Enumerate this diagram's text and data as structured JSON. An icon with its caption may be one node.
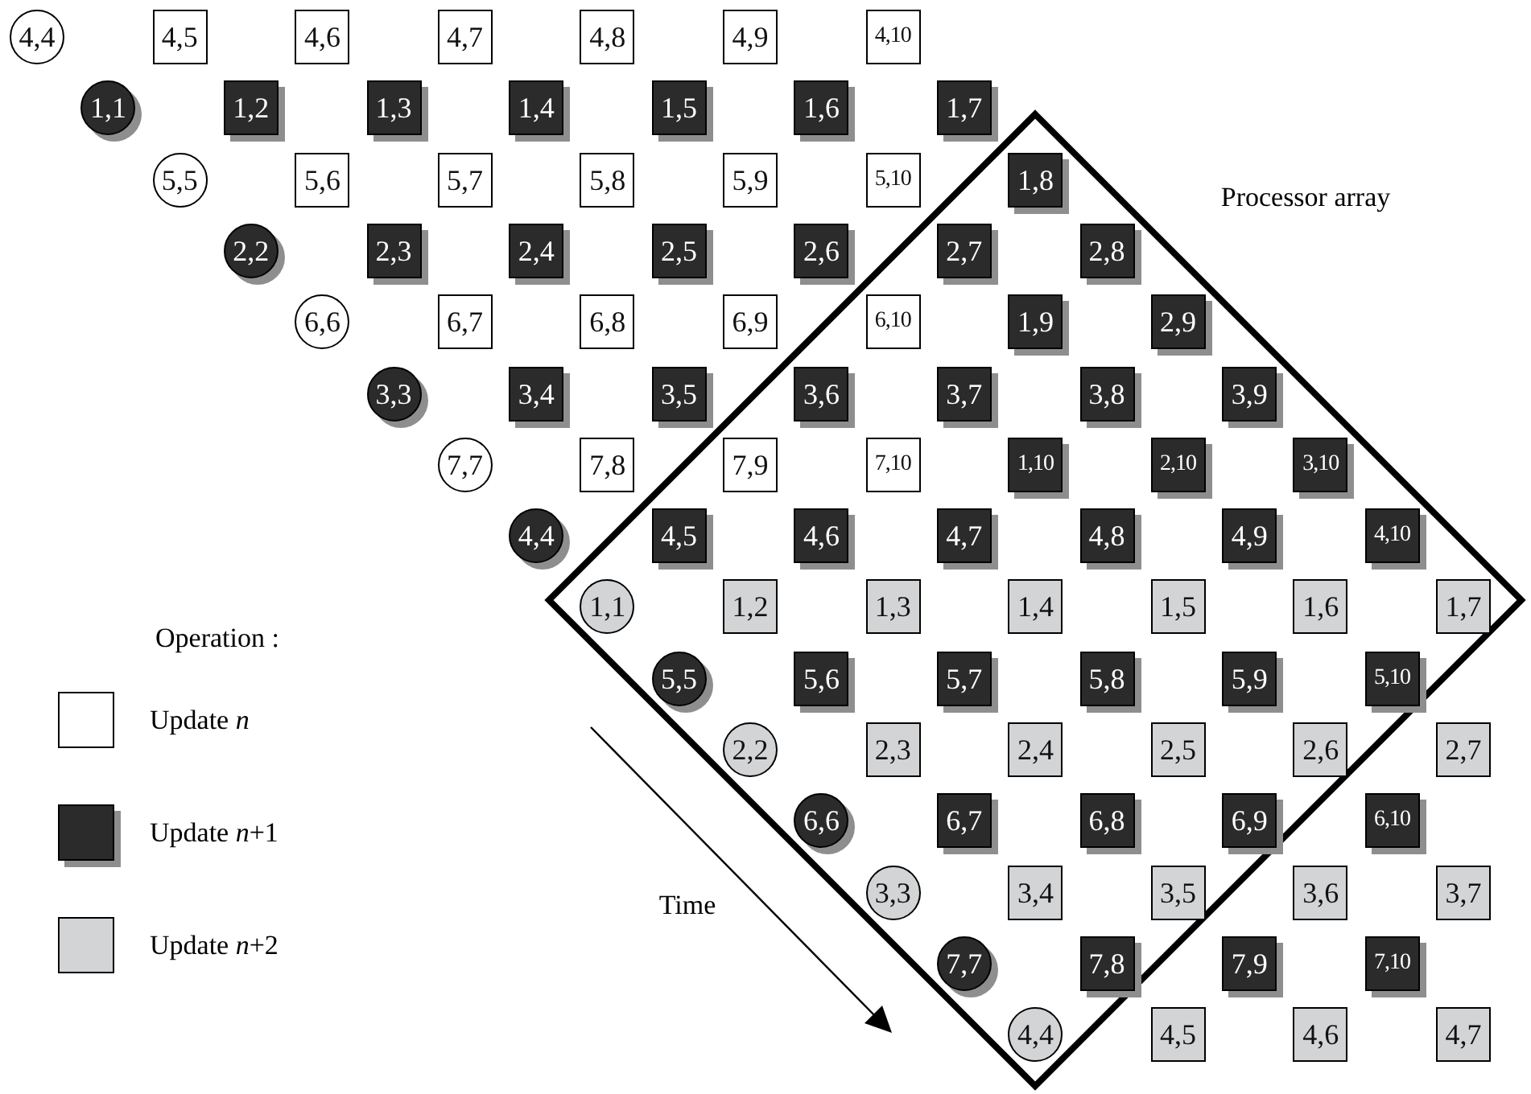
{
  "diagram": {
    "nodes": [
      {
        "text": [
          "Processor array"
        ]
      },
      {
        "text": [
          "4,4"
        ]
      },
      {
        "text": [
          "4,5"
        ]
      },
      {
        "text": [
          "4,6"
        ]
      },
      {
        "text": [
          "4,7"
        ]
      },
      {
        "text": [
          "4,8"
        ]
      },
      {
        "text": [
          "4,9"
        ]
      },
      {
        "text": [
          "4,10"
        ]
      },
      {
        "text": [
          "1,1"
        ]
      },
      {
        "text": [
          "1,2"
        ]
      },
      {
        "text": [
          "1,3"
        ]
      },
      {
        "text": [
          "1,4"
        ]
      },
      {
        "text": [
          "1,5"
        ]
      },
      {
        "text": [
          "1,6"
        ]
      },
      {
        "text": [
          "1,7"
        ]
      },
      {
        "text": [
          "5,5"
        ]
      },
      {
        "text": [
          "5,6"
        ]
      },
      {
        "text": [
          "5,7"
        ]
      },
      {
        "text": [
          "5,8"
        ]
      },
      {
        "text": [
          "5,9"
        ]
      },
      {
        "text": [
          "5,10"
        ]
      },
      {
        "text": [
          "1,8"
        ],
        "in": 0
      },
      {
        "text": [
          "2,2"
        ]
      },
      {
        "text": [
          "2,3"
        ]
      },
      {
        "text": [
          "2,4"
        ]
      },
      {
        "text": [
          "2,5"
        ]
      },
      {
        "text": [
          "2,6"
        ]
      },
      {
        "text": [
          "2,7"
        ],
        "in": 0
      },
      {
        "text": [
          "2,8"
        ],
        "in": 0
      },
      {
        "text": [
          "6,6"
        ]
      },
      {
        "text": [
          "6,7"
        ]
      },
      {
        "text": [
          "6,8"
        ]
      },
      {
        "text": [
          "6,9"
        ]
      },
      {
        "text": [
          "6,10"
        ],
        "in": 0
      },
      {
        "text": [
          "1,9"
        ],
        "in": 0
      },
      {
        "text": [
          "2,9"
        ],
        "in": 0
      },
      {
        "text": [
          "3,3"
        ]
      },
      {
        "text": [
          "3,4"
        ]
      },
      {
        "text": [
          "3,5"
        ]
      },
      {
        "text": [
          "3,6"
        ],
        "in": 0
      },
      {
        "text": [
          "3,7"
        ],
        "in": 0
      },
      {
        "text": [
          "3,8"
        ],
        "in": 0
      },
      {
        "text": [
          "3,9"
        ],
        "in": 0
      },
      {
        "text": [
          "7,7"
        ]
      },
      {
        "text": [
          "7,8"
        ]
      },
      {
        "text": [
          "7,9"
        ],
        "in": 0
      },
      {
        "text": [
          "7,10"
        ],
        "in": 0
      },
      {
        "text": [
          "1,10"
        ],
        "in": 0
      },
      {
        "text": [
          "2,10"
        ],
        "in": 0
      },
      {
        "text": [
          "3,10"
        ],
        "in": 0
      },
      {
        "text": [
          "4,4"
        ]
      },
      {
        "text": [
          "4,5"
        ],
        "in": 0
      },
      {
        "text": [
          "4,6"
        ],
        "in": 0
      },
      {
        "text": [
          "4,7"
        ],
        "in": 0
      },
      {
        "text": [
          "4,8"
        ],
        "in": 0
      },
      {
        "text": [
          "4,9"
        ],
        "in": 0
      },
      {
        "text": [
          "4,10"
        ],
        "in": 0
      },
      {
        "text": [
          "1,1"
        ],
        "in": 0
      },
      {
        "text": [
          "1,2"
        ],
        "in": 0
      },
      {
        "text": [
          "1,3"
        ],
        "in": 0
      },
      {
        "text": [
          "1,4"
        ],
        "in": 0
      },
      {
        "text": [
          "1,5"
        ],
        "in": 0
      },
      {
        "text": [
          "1,6"
        ],
        "in": 0
      },
      {
        "text": [
          "1,7"
        ],
        "in": 0
      },
      {
        "text": [
          "5,5"
        ],
        "in": 0
      },
      {
        "text": [
          "5,6"
        ],
        "in": 0
      },
      {
        "text": [
          "5,7"
        ],
        "in": 0
      },
      {
        "text": [
          "5,8"
        ],
        "in": 0
      },
      {
        "text": [
          "5,9"
        ],
        "in": 0
      },
      {
        "text": [
          "5,10"
        ],
        "in": 0
      },
      {
        "text": [
          "2,2"
        ],
        "in": 0
      },
      {
        "text": [
          "2,3"
        ],
        "in": 0
      },
      {
        "text": [
          "2,4"
        ],
        "in": 0
      },
      {
        "text": [
          "2,5"
        ],
        "in": 0
      },
      {
        "text": [
          "2,6"
        ],
        "in": 0
      },
      {
        "text": [
          "2,7"
        ]
      },
      {
        "text": [
          "6,6"
        ],
        "in": 0
      },
      {
        "text": [
          "6,7"
        ],
        "in": 0
      },
      {
        "text": [
          "6,8"
        ],
        "in": 0
      },
      {
        "text": [
          "6,9"
        ],
        "in": 0
      },
      {
        "text": [
          "6,10"
        ]
      },
      {
        "text": [
          "3,3"
        ],
        "in": 0
      },
      {
        "text": [
          "3,4"
        ],
        "in": 0
      },
      {
        "text": [
          "3,5"
        ],
        "in": 0
      },
      {
        "text": [
          "3,6"
        ]
      },
      {
        "text": [
          "3,7"
        ]
      },
      {
        "text": [
          "7,7"
        ],
        "in": 0
      },
      {
        "text": [
          "7,8"
        ],
        "in": 0
      },
      {
        "text": [
          "7,9"
        ]
      },
      {
        "text": [
          "7,10"
        ]
      },
      {
        "text": [
          "4,4"
        ],
        "in": 0
      },
      {
        "text": [
          "4,5"
        ]
      },
      {
        "text": [
          "4,6"
        ]
      },
      {
        "text": [
          "4,7"
        ]
      }
    ],
    "labels": [
      "Operation :",
      "Time"
    ],
    "legend": [
      {
        "text": "Update *n*",
        "color": "#ffffff"
      },
      {
        "text": "Update *n*+1",
        "color": "#2b2b2b"
      },
      {
        "text": "Update *n*+2",
        "color": "#d3d4d6"
      }
    ]
  }
}
